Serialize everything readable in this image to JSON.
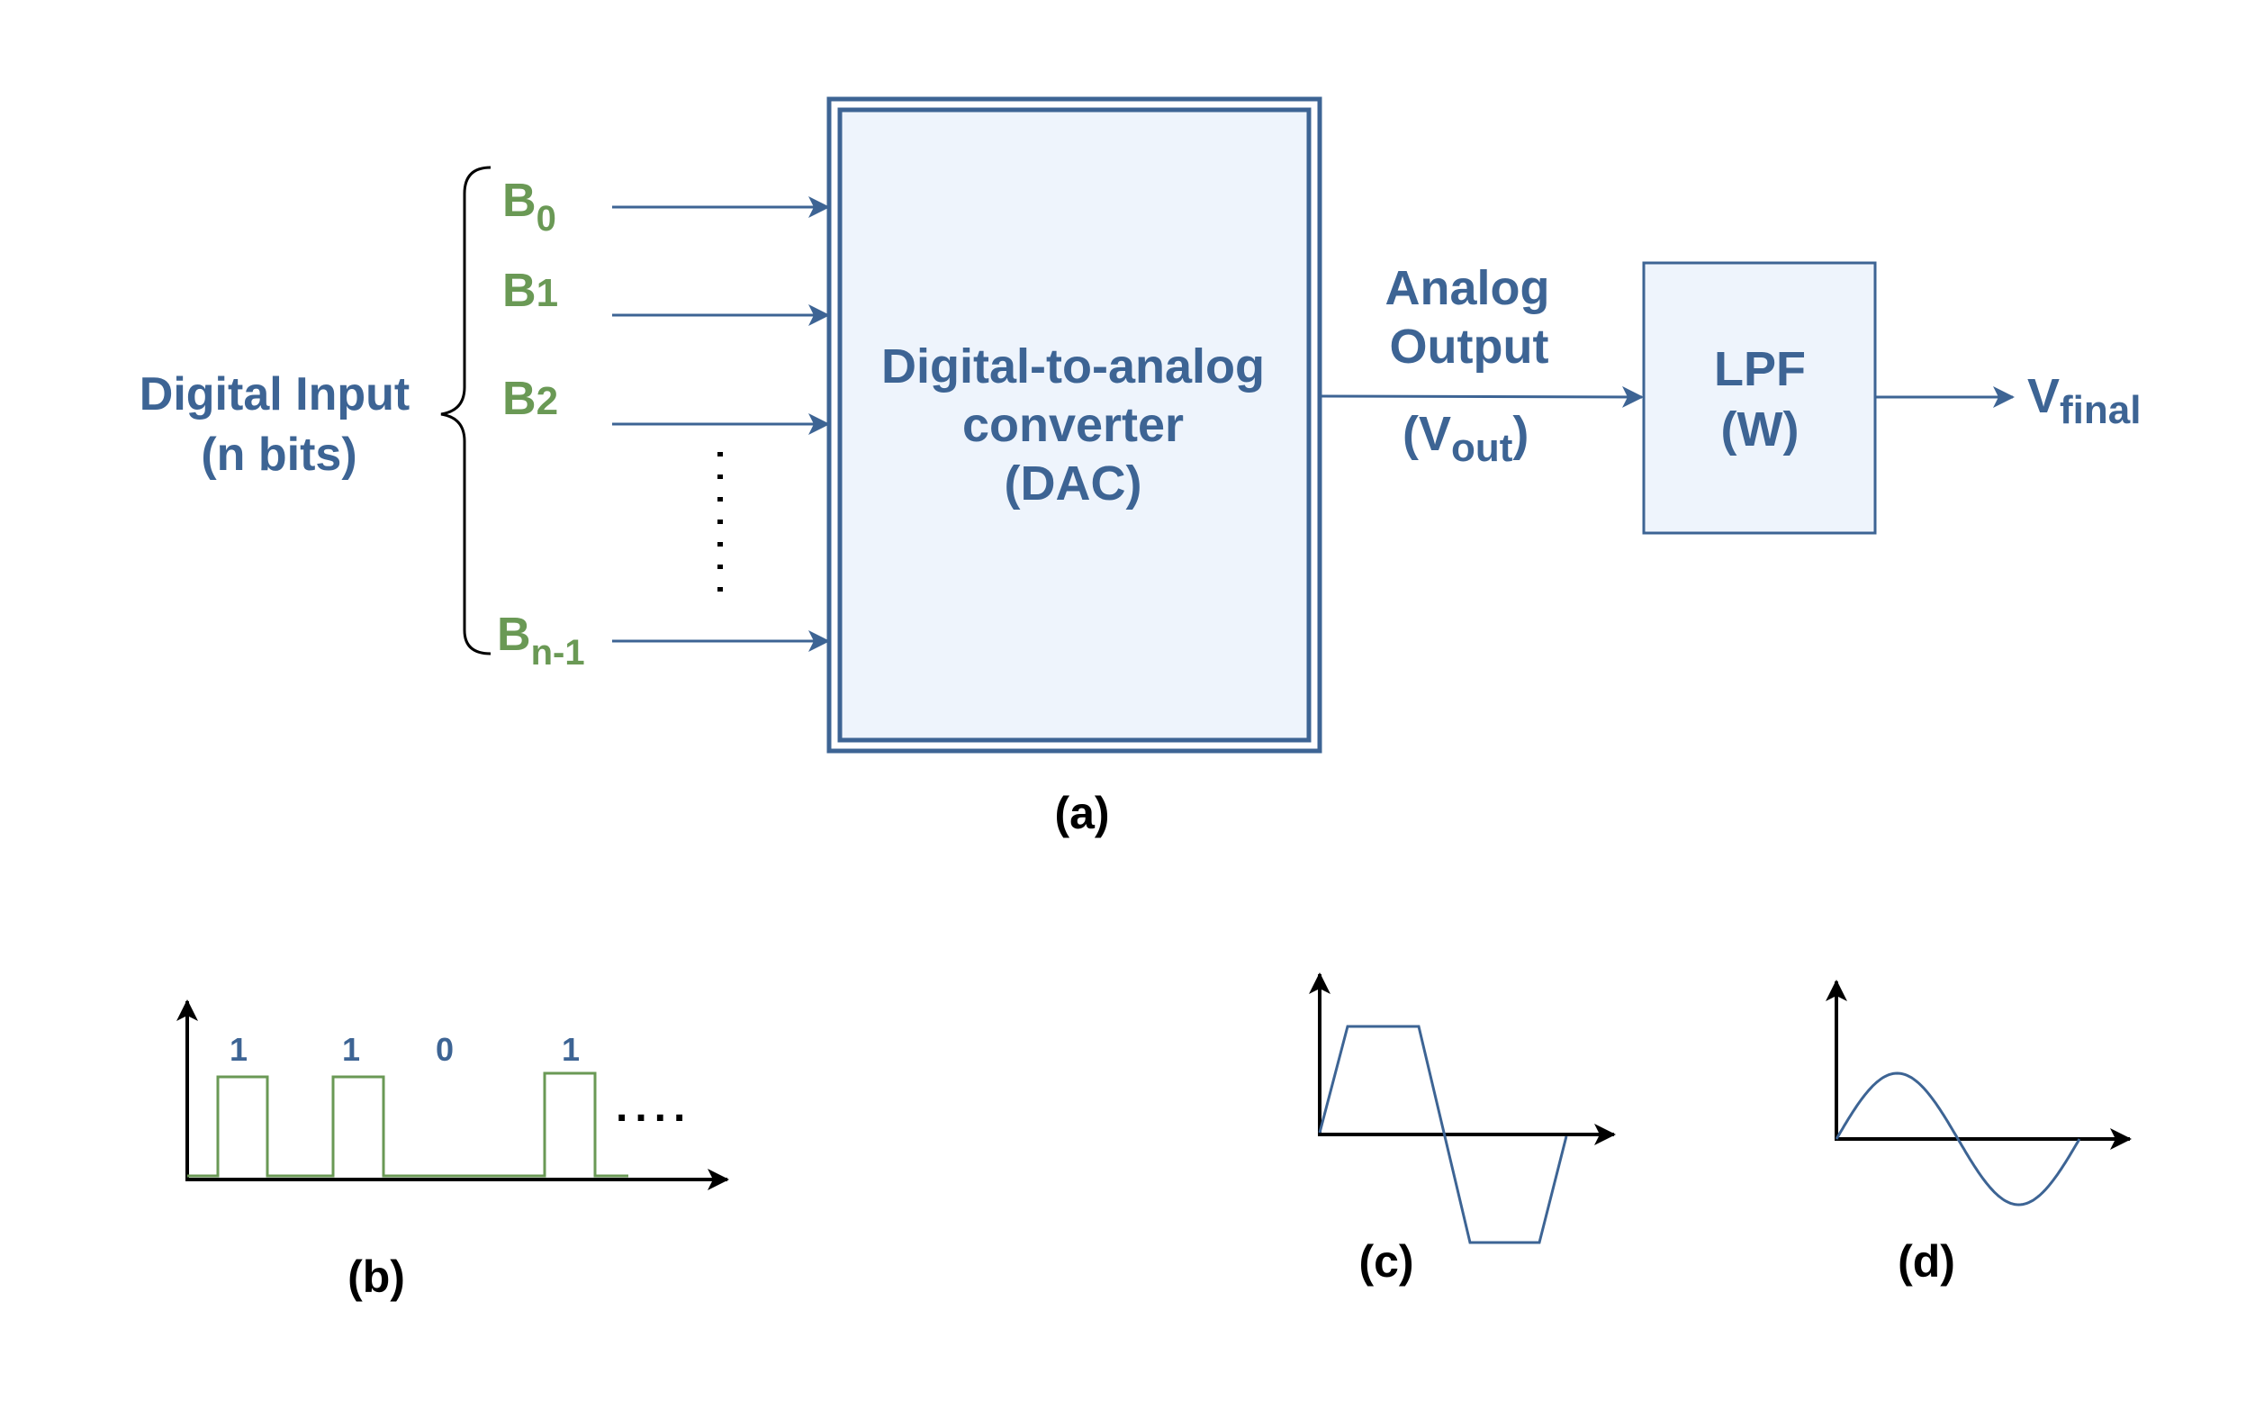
{
  "colors": {
    "blue": "#3d6494",
    "green": "#6a9955",
    "box_fill": "#eef4fc",
    "black": "#000000"
  },
  "input": {
    "label_line1": "Digital Input",
    "label_line2": "(n bits)",
    "bits": [
      {
        "base": "B",
        "sub": "0"
      },
      {
        "base": "B",
        "sub": "1"
      },
      {
        "base": "B",
        "sub": "2"
      },
      {
        "base": "B",
        "sub": "n-1"
      }
    ]
  },
  "dac": {
    "line1": "Digital-to-analog",
    "line2": "converter",
    "line3": "(DAC)"
  },
  "analog_output": {
    "line1": "Analog",
    "line2": "Output",
    "v_base": "(V",
    "v_sub": "out",
    "v_close": ")"
  },
  "lpf": {
    "line1": "LPF",
    "line2": "(W)"
  },
  "vfinal": {
    "base": "V",
    "sub": "final"
  },
  "captions": {
    "a": "(a)",
    "b": "(b)",
    "c": "(c)",
    "d": "(d)"
  },
  "pulse_plot": {
    "bits": [
      "1",
      "1",
      "0",
      "1"
    ],
    "ellipsis": "...."
  }
}
